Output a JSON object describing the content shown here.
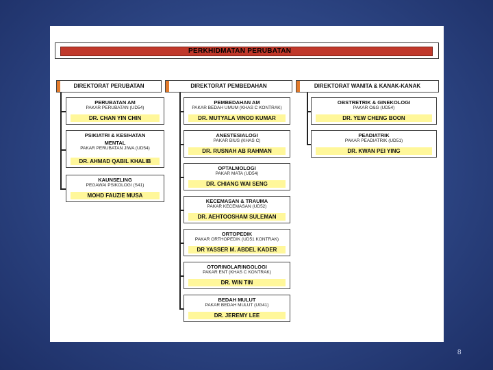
{
  "title": "PERKHIDMATAN PERUBATAN",
  "directorates": [
    {
      "label": "DIREKTORAT PERUBATAN",
      "units": [
        {
          "title": [
            "PERUBATAN AM"
          ],
          "role": "PAKAR PERUBATAN (UD54)",
          "name": "DR. CHAN YIN CHIN"
        },
        {
          "title": [
            "PSIKIATRI & KESIHATAN",
            "MENTAL"
          ],
          "role": "PAKAR PERUBATAN JIWA (UD54)",
          "name": "DR. AHMAD QABIL KHALIB"
        },
        {
          "title": [
            "KAUNSELING"
          ],
          "role": "PEGAWAI PSIKOLOGI (S41)",
          "name": "MOHD FAUZIE MUSA"
        }
      ]
    },
    {
      "label": "DIREKTORAT PEMBEDAHAN",
      "units": [
        {
          "title": [
            "PEMBEDAHAN AM"
          ],
          "role": "PAKAR BEDAH UMUM (KHAS C KONTRAK)",
          "name": "DR. MUTYALA VINOD KUMAR"
        },
        {
          "title": [
            "ANESTESIALOGI"
          ],
          "role": "PAKAR BIUS (KHAS C)",
          "name": "DR. RUSNAH AB RAHMAN"
        },
        {
          "title": [
            "OPTALMOLOGI"
          ],
          "role": "PAKAR MATA (UD54)",
          "name": "DR. CHIANG WAI SENG"
        },
        {
          "title": [
            "KECEMASAN & TRAUMA"
          ],
          "role": "PAKAR KECEMASAN (UD52)",
          "name": "DR. AEHTOOSHAM SULEMAN"
        },
        {
          "title": [
            "ORTOPEDIK"
          ],
          "role": "PAKAR ORTHOPEDIK (UD51 KONTRAK)",
          "name": "DR YASSER M. ABDEL KADER"
        },
        {
          "title": [
            "OTORINOLARINGOLOGI"
          ],
          "role": "PAKAR ENT (KHAS C KONTRAK)",
          "name": "DR. WIN TIN"
        },
        {
          "title": [
            "BEDAH MULUT"
          ],
          "role": "PAKAR BEDAH MULUT (UG41)",
          "name": "DR. JEREMY LEE"
        }
      ]
    },
    {
      "label": "DIREKTORAT WANITA & KANAK-KANAK",
      "units": [
        {
          "title": [
            "OBSTRETRIK & GINEKOLOGI"
          ],
          "role": "PAKAR O&G (UD54)",
          "name": "DR. YEW CHENG BOON"
        },
        {
          "title": [
            "PEADIATRIK"
          ],
          "role": "PAKAR PEADIATRIK (UD51)",
          "name": "DR. KWAN PEI YING"
        }
      ]
    }
  ],
  "page_number": "8"
}
